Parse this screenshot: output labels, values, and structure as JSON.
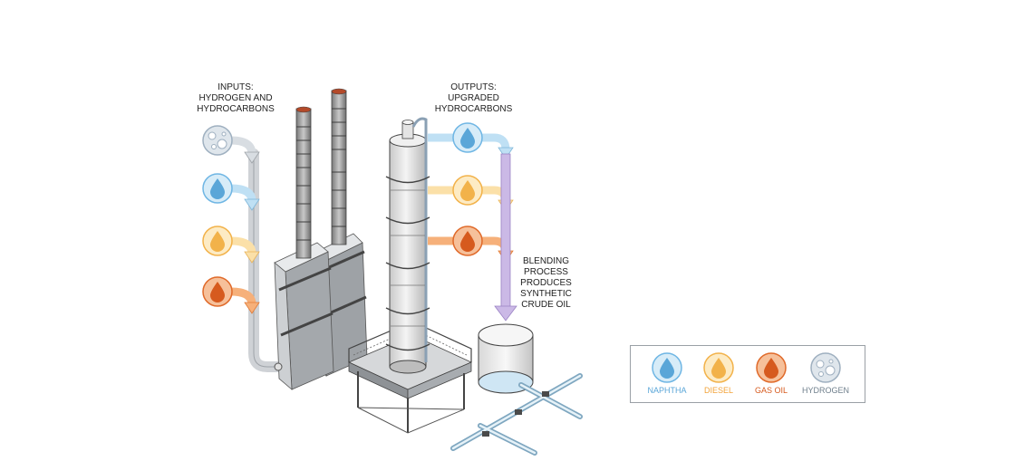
{
  "labels": {
    "inputs": "INPUTS:\nHYDROGEN AND\nHYDROCARBONS",
    "outputs": "OUTPUTS:\nUPGRADED\nHYDROCARBONS",
    "blending": "BLENDING\nPROCESS\nPRODUCES\nSYNTHETIC\nCRUDE OIL"
  },
  "legend": [
    {
      "label": "NAPHTHA",
      "icon": "naphtha-drop-icon",
      "color": "#5aa6d8"
    },
    {
      "label": "DIESEL",
      "icon": "diesel-drop-icon",
      "color": "#f2b24a"
    },
    {
      "label": "GAS OIL",
      "icon": "gas-oil-drop-icon",
      "color": "#e06a2a"
    },
    {
      "label": "HYDROGEN",
      "icon": "hydrogen-bubbles-icon",
      "color": "#8aa0b4"
    }
  ],
  "colors": {
    "naphtha": "#6fb6e4",
    "diesel": "#f6c46a",
    "gas_oil": "#ee8a3c",
    "hydrogen": "#b9c6d2",
    "blending_arrow": "#b9a3d8",
    "input_pipe": "#cfd2d6"
  }
}
